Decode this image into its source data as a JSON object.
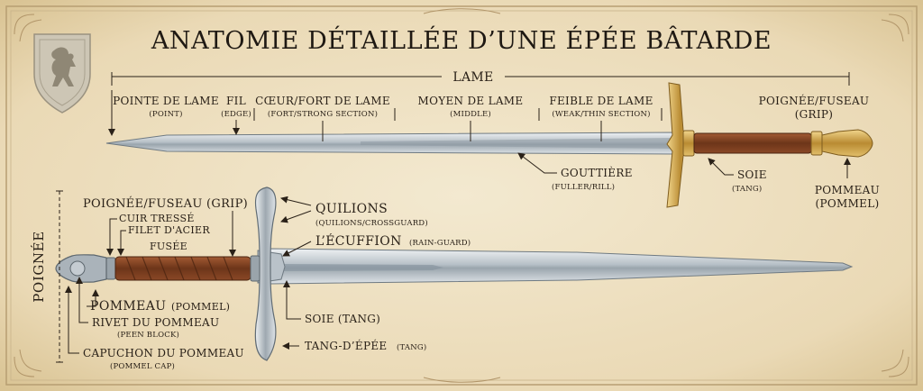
{
  "title": "ANATOMIE DÉTAILLÉE D’UNE ÉPÉE BÂTARDE",
  "colors": {
    "parchment": "#efe3c6",
    "ink": "#2a2118",
    "steel": "#c9d0d6",
    "leather": "#7a3f22",
    "brass": "#c9a04a",
    "crest": "#c9c3b3"
  },
  "icons": {
    "crest": "heraldic-lion-shield-icon"
  },
  "top": {
    "blade_span": "LAME",
    "pointe": {
      "main": "POINTE DE LAME",
      "sub": "(POINT)"
    },
    "fil": {
      "main": "FIL",
      "sub": "(EDGE)"
    },
    "coeur": {
      "main": "CŒUR/FORT DE LAME",
      "sub": "(FORT/STRONG SECTION)"
    },
    "moyen": {
      "main": "MOYEN DE LAME",
      "sub": "(MIDDLE)"
    },
    "feible": {
      "main": "FEIBLE DE LAME",
      "sub": "(WEAK/THIN SECTION)"
    },
    "poignee": {
      "line1": "POIGNÉE/FUSEAU",
      "line2": "(GRIP)"
    },
    "gouttiere": {
      "main": "GOUTTIÈRE",
      "sub": "(FULLER/RILL)"
    },
    "soie": {
      "main": "SOIE",
      "sub": "(TANG)"
    },
    "pommeau": {
      "line1": "POMMEAU",
      "line2": "(POMMEL)"
    }
  },
  "bottom": {
    "side_label": "POIGNÉE",
    "grip": "POIGNÉE/FUSEAU (GRIP)",
    "cuir": "CUIR TRESSÉ",
    "filet": "FILET D'ACIER",
    "fusee": "FUSÉE",
    "quilions": {
      "main": "QUILIONS",
      "sub": "(QUILIONS/CROSSGUARD)"
    },
    "ecusson": {
      "main": "L’ÉCUFFION",
      "sub": "(RAIN-GUARD)"
    },
    "pommeau": {
      "main": "POMMEAU",
      "sub": "(POMMEL)"
    },
    "rivet": {
      "main": "RIVET DU POMMEAU",
      "sub": "(PEEN BLOCK)"
    },
    "capuchon": {
      "main": "CAPUCHON DU POMMEAU",
      "sub": "(POMMEL CAP)"
    },
    "soie": "SOIE (TANG)",
    "tang_epee": {
      "main": "TANG-D’ÉPÉE",
      "sub": "(TANG)"
    }
  }
}
